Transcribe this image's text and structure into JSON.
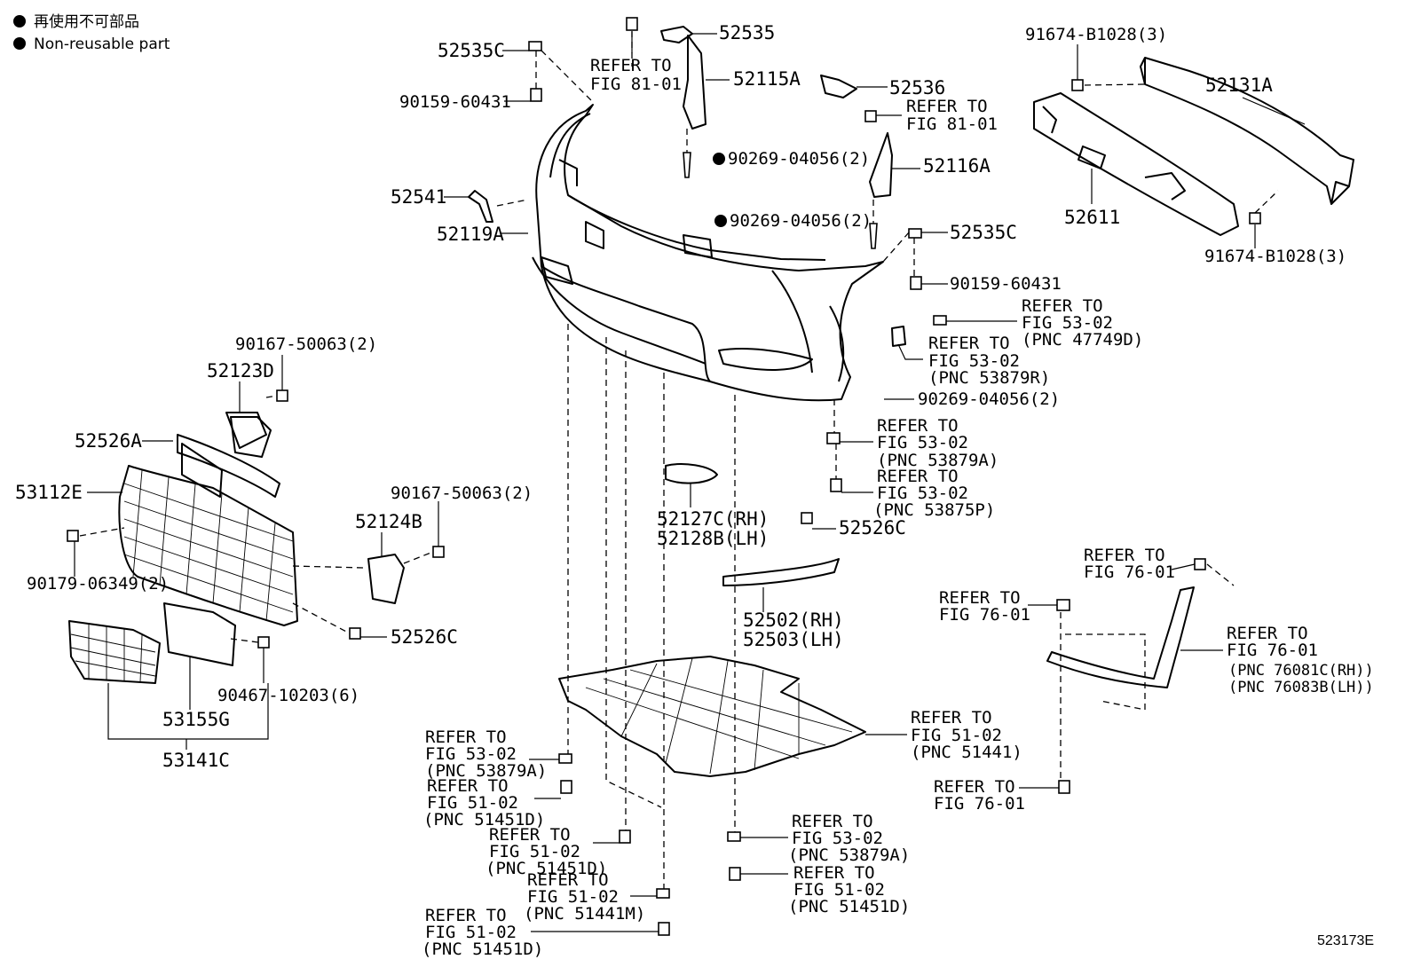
{
  "legend": [
    {
      "text": "再使用不可部品"
    },
    {
      "text": "Non-reusable part"
    }
  ],
  "figure_number": "523173E",
  "labels": {
    "p52535C_top": "52535C",
    "p52535": "52535",
    "refer_fig8101_a": [
      "REFER TO",
      "FIG 81-01"
    ],
    "p52115A": "52115A",
    "p52536": "52536",
    "refer_fig8101_b": [
      "REFER TO",
      "FIG 81-01"
    ],
    "p91674_top": "91674-B1028(3)",
    "p52131A": "52131A",
    "p90159_top": "90159-60431",
    "p90269_a": "90269-04056(2)",
    "p52116A": "52116A",
    "p52611": "52611",
    "p52541": "52541",
    "p90269_b": "90269-04056(2)",
    "p52535C_mid": "52535C",
    "p91674_bot": "91674-B1028(3)",
    "p52119A": "52119A",
    "p90159_mid": "90159-60431",
    "refer_47749D": [
      "REFER TO",
      "FIG 53-02",
      "(PNC 47749D)"
    ],
    "refer_53879R": [
      "REFER TO",
      "FIG 53-02",
      "(PNC 53879R)"
    ],
    "p90269_c": "90269-04056(2)",
    "p90167_top": "90167-50063(2)",
    "p52123D": "52123D",
    "refer_53879A_right": [
      "REFER TO",
      "FIG 53-02",
      "(PNC 53879A)"
    ],
    "refer_53875P": [
      "REFER TO",
      "FIG 53-02",
      "(PNC 53875P)"
    ],
    "p52526A": "52526A",
    "p53112E": "53112E",
    "p90167_mid": "90167-50063(2)",
    "p52124B": "52124B",
    "p52127C": "52127C(RH)",
    "p52128B": "52128B(LH)",
    "p52526C_right": "52526C",
    "refer_7601_a": [
      "REFER TO",
      "FIG 76-01"
    ],
    "p90179": "90179-06349(2)",
    "refer_7601_b": [
      "REFER TO",
      "FIG 76-01"
    ],
    "p52502": "52502(RH)",
    "p52503": "52503(LH)",
    "refer_7601_c": [
      "REFER TO",
      "FIG 76-01",
      "(PNC 76081C(RH))",
      "(PNC 76083B(LH))"
    ],
    "p52526C_left": "52526C",
    "p90467": "90467-10203(6)",
    "p53155G": "53155G",
    "p53141C": "53141C",
    "refer_51441": [
      "REFER TO",
      "FIG 51-02",
      "(PNC 51441)"
    ],
    "refer_53879A_left": [
      "REFER TO",
      "FIG 53-02",
      "(PNC 53879A)"
    ],
    "refer_51451D_a": [
      "REFER TO",
      "FIG 51-02",
      "(PNC 51451D)"
    ],
    "refer_7601_d": [
      "REFER TO",
      "FIG 76-01"
    ],
    "refer_53879A_bot": [
      "REFER TO",
      "FIG 53-02",
      "(PNC 53879A)"
    ],
    "refer_51451D_b": [
      "REFER TO",
      "FIG 51-02",
      "(PNC 51451D)"
    ],
    "refer_51441M": [
      "REFER TO",
      "FIG 51-02",
      "(PNC 51441M)"
    ],
    "refer_51451D_c": [
      "REFER TO",
      "FIG 51-02",
      "(PNC 51451D)"
    ],
    "refer_51451D_d": [
      "REFER TO",
      "FIG 51-02",
      "(PNC 51451D)"
    ]
  }
}
